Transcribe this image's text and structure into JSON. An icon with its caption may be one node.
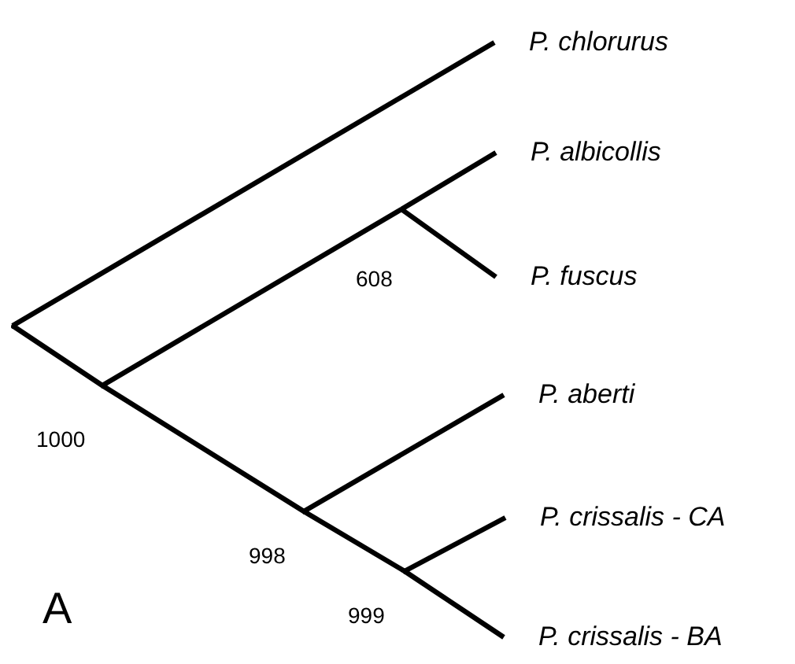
{
  "diagram": {
    "nodes": [
      {
        "text": [],
        "shape": "point"
      },
      {
        "text": [
          "P. chlorurus"
        ]
      },
      {
        "text": [],
        "shape": "point",
        "beside": [
          "1000"
        ]
      },
      {
        "text": [],
        "shape": "point",
        "beside": [
          "608"
        ]
      },
      {
        "text": [
          "P. albicollis"
        ]
      },
      {
        "text": [
          "P. fuscus"
        ]
      },
      {
        "text": [],
        "shape": "point",
        "beside": [
          "998"
        ]
      },
      {
        "text": [
          "P. aberti"
        ]
      },
      {
        "text": [],
        "shape": "point",
        "beside": [
          "999"
        ]
      },
      {
        "text": [
          "P. crissalis - CA"
        ]
      },
      {
        "text": [
          "P. crissalis - BA"
        ]
      }
    ],
    "edges": [
      {
        "from": 0,
        "to": 1,
        "arrow": "none"
      },
      {
        "from": 0,
        "to": 2,
        "arrow": "none"
      },
      {
        "from": 2,
        "to": 3,
        "arrow": "none"
      },
      {
        "from": 3,
        "to": 4,
        "arrow": "none"
      },
      {
        "from": 3,
        "to": 5,
        "arrow": "none"
      },
      {
        "from": 2,
        "to": 6,
        "arrow": "none"
      },
      {
        "from": 6,
        "to": 7,
        "arrow": "none"
      },
      {
        "from": 6,
        "to": 8,
        "arrow": "none"
      },
      {
        "from": 8,
        "to": 9,
        "arrow": "none"
      },
      {
        "from": 8,
        "to": 10,
        "arrow": "none"
      }
    ],
    "labels": [
      "A"
    ]
  }
}
